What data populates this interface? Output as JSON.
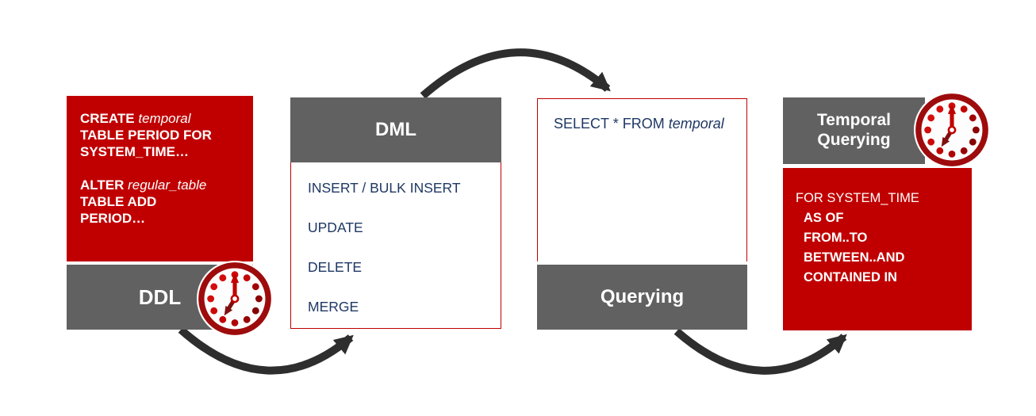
{
  "palette": {
    "red": "#C00000",
    "clock_ring_red": "#9E0B0C",
    "gray": "#616161",
    "navy_text": "#1F3864",
    "arrow_color": "#2E2E2E",
    "white_text": "#FFFFFF"
  },
  "flow": [
    "DDL",
    "DML",
    "Querying",
    "Temporal Querying"
  ],
  "boxes": {
    "ddl": {
      "label": "DDL",
      "lines": [
        {
          "segments": [
            {
              "text": "CREATE ",
              "bold": true
            },
            {
              "text": "temporal",
              "italic": true
            }
          ]
        },
        {
          "segments": [
            {
              "text": "TABLE PERIOD FOR",
              "bold": true
            }
          ]
        },
        {
          "segments": [
            {
              "text": "SYSTEM_TIME…",
              "bold": true
            }
          ]
        },
        {
          "segments": []
        },
        {
          "segments": [
            {
              "text": "ALTER ",
              "bold": true
            },
            {
              "text": "regular_table",
              "italic": true
            }
          ]
        },
        {
          "segments": [
            {
              "text": "TABLE ADD",
              "bold": true
            }
          ]
        },
        {
          "segments": [
            {
              "text": "PERIOD…",
              "bold": true
            }
          ]
        }
      ]
    },
    "dml": {
      "label": "DML",
      "items": [
        "INSERT / BULK INSERT",
        "UPDATE",
        "DELETE",
        "MERGE"
      ]
    },
    "querying": {
      "label": "Querying",
      "lines": [
        {
          "segments": [
            {
              "text": "SELECT * FROM "
            },
            {
              "text": "temporal",
              "italic": true
            }
          ]
        }
      ]
    },
    "temporal_querying": {
      "label": "Temporal Querying",
      "lines": [
        {
          "segments": [
            {
              "text": "FOR SYSTEM_TIME"
            }
          ]
        },
        {
          "indent": true,
          "segments": [
            {
              "text": "AS OF",
              "bold": true
            }
          ]
        },
        {
          "indent": true,
          "segments": [
            {
              "text": "FROM..TO",
              "bold": true
            }
          ]
        },
        {
          "indent": true,
          "segments": [
            {
              "text": "BETWEEN..AND",
              "bold": true
            }
          ]
        },
        {
          "indent": true,
          "segments": [
            {
              "text": "CONTAINED IN",
              "bold": true
            }
          ]
        }
      ]
    }
  },
  "icons": {
    "clock": "clock-icon"
  }
}
